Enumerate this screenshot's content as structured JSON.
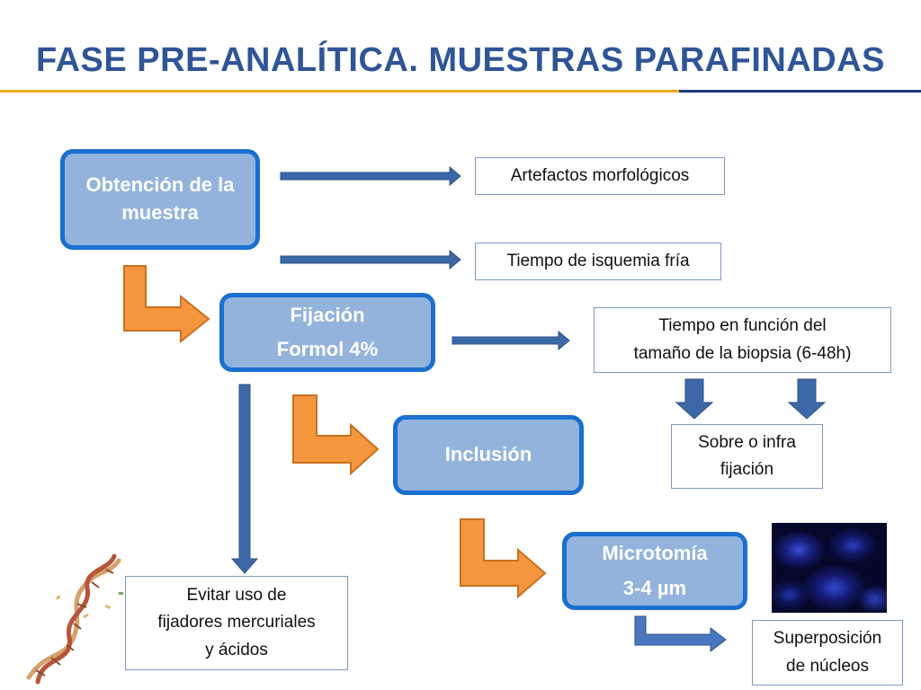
{
  "title": "FASE PRE-ANALÍTICA. MUESTRAS PARAFINADAS",
  "colors": {
    "title": "#2f5597",
    "node_fill": "#93b3dc",
    "node_border": "#1a6fd0",
    "orange_arrow": "#f5963e",
    "blue_arrow": "#3d68a8",
    "rule_orange": "#f5a623",
    "rule_navy": "#1f3a78"
  },
  "nodes": {
    "obtencion": {
      "lines": [
        "Obtención de la",
        "muestra"
      ]
    },
    "fijacion": {
      "lines": [
        "Fijación",
        "Formol 4%"
      ]
    },
    "inclusion": {
      "lines": [
        "Inclusión"
      ]
    },
    "microtomia": {
      "lines": [
        "Microtomía",
        "3-4 µm"
      ]
    }
  },
  "notes": {
    "artefactos": {
      "lines": [
        "Artefactos morfológicos"
      ]
    },
    "isquemia": {
      "lines": [
        "Tiempo de isquemia fría"
      ]
    },
    "tiempo": {
      "lines": [
        "Tiempo en función del",
        "tamaño de la biopsia (6-48h)"
      ]
    },
    "fijacion_nivel": {
      "lines": [
        "Sobre o infra",
        "fijación"
      ]
    },
    "evitar": {
      "lines": [
        "Evitar uso de",
        "fijadores mercuriales",
        "y ácidos"
      ]
    },
    "superposicion": {
      "lines": [
        "Superposición",
        "de núcleos"
      ]
    }
  },
  "decorations": {
    "dna_icon": "dna-helix-icon",
    "photo": "fluorescent-nuclei-micrograph"
  }
}
